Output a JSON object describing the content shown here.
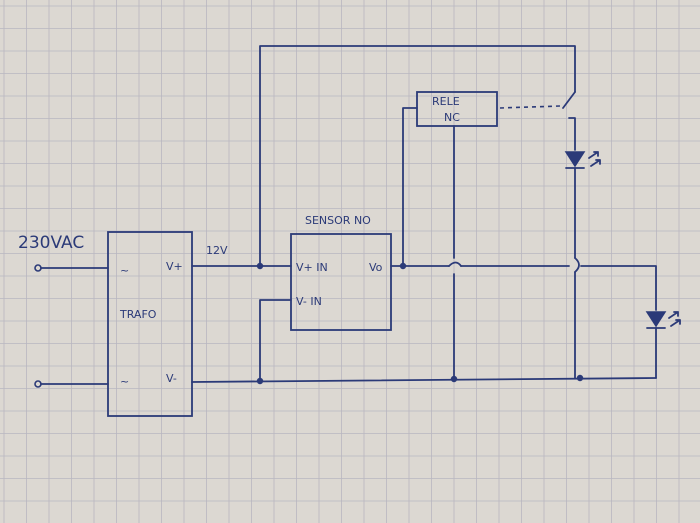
{
  "labels": {
    "input_voltage": "230VAC",
    "trafo": "TRAFO",
    "ac_tilde_top": "~",
    "ac_tilde_bottom": "~",
    "v_plus": "V+",
    "v_minus": "V-",
    "out_voltage": "12V",
    "sensor_title": "SENSOR NO",
    "sensor_vplus_in": "V+ IN",
    "sensor_vminus_in": "V- IN",
    "sensor_vo": "Vo",
    "relay_line1": "RELE",
    "relay_line2": "NC"
  },
  "colors": {
    "ink": "#2b3a78",
    "paper": "#dcd8d2",
    "grid": "#b9b7c0"
  }
}
